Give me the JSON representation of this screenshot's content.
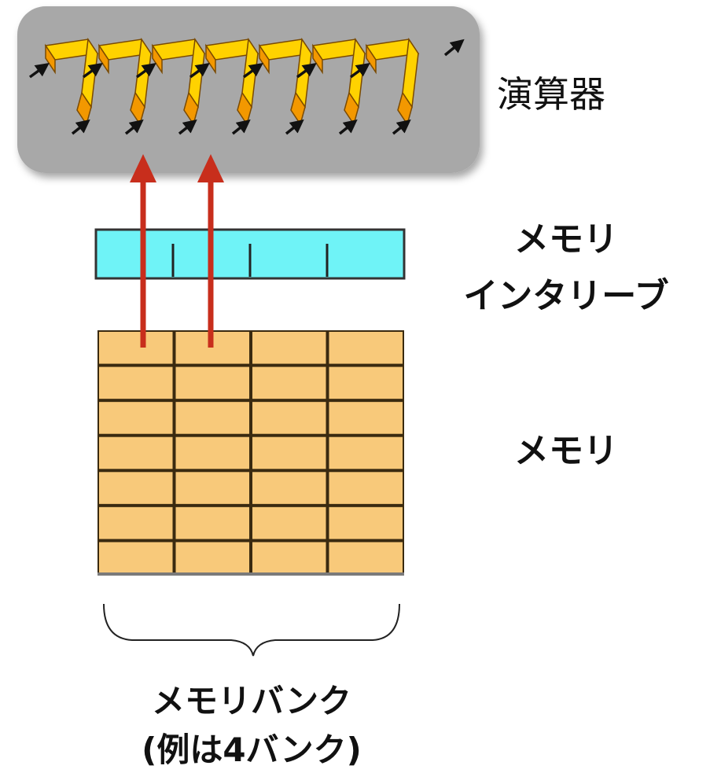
{
  "labels": {
    "alu": "演算器",
    "interleave_line1": "メモリ",
    "interleave_line2": "インタリーブ",
    "memory": "メモリ",
    "banks_line1": "メモリバンク",
    "banks_line2": "(例は4バンク)"
  },
  "memory": {
    "bank_count": 4,
    "row_count": 7
  },
  "interleave": {
    "segment_count": 4
  },
  "pipeline": {
    "stage_count": 7
  },
  "colors": {
    "alu_box": "#a8a8a8",
    "interleave_fill": "#6ff3f7",
    "memory_cell": "#f8c97a",
    "stage_top": "#ffd200",
    "stage_side": "#f39800",
    "arrow": "#c82e1c"
  }
}
